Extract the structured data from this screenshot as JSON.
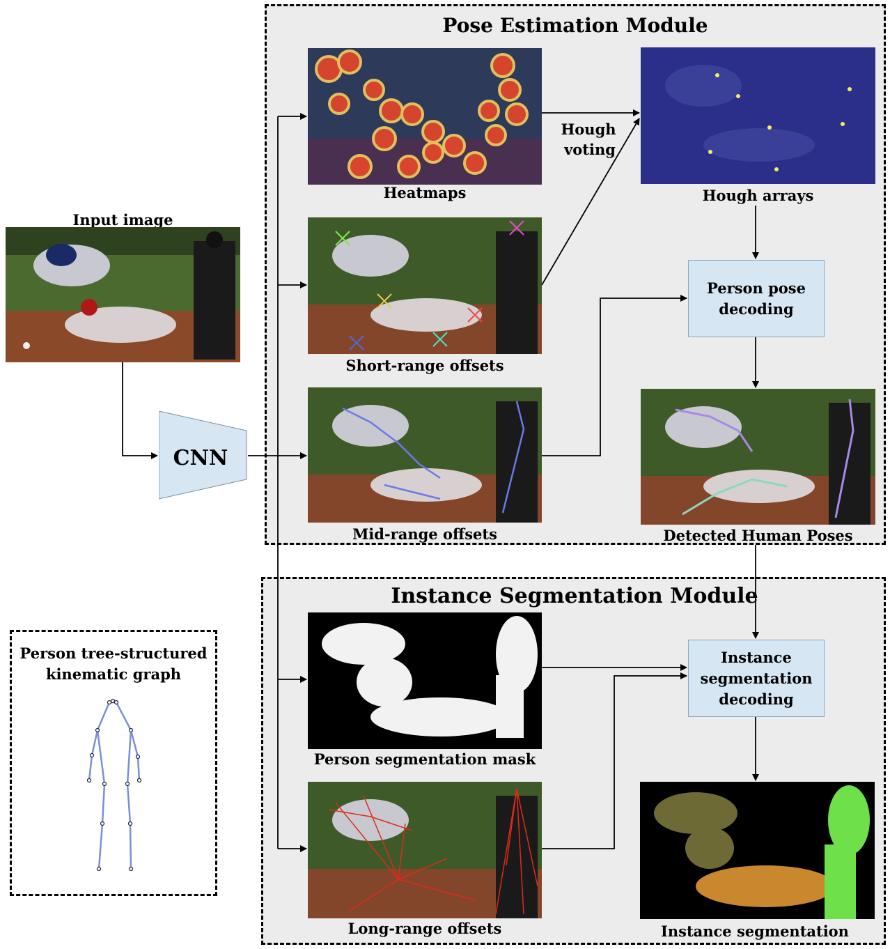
{
  "modules": {
    "pose_title": "Pose Estimation Module",
    "segmentation_title": "Instance Segmentation Module"
  },
  "input": {
    "label": "Input image"
  },
  "cnn": {
    "label": "CNN"
  },
  "pose_maps": {
    "heatmaps": "Heatmaps",
    "short_range": "Short-range offsets",
    "mid_range": "Mid-range offsets",
    "hough_arrays": "Hough arrays",
    "detected_poses": "Detected Human Poses"
  },
  "hough_voting": {
    "line1": "Hough",
    "line2": "voting"
  },
  "pose_decoding": {
    "line1": "Person pose",
    "line2": "decoding"
  },
  "seg_maps": {
    "mask": "Person segmentation mask",
    "long_range": "Long-range offsets",
    "instance_seg": "Instance segmentation"
  },
  "seg_decoding": {
    "line1": "Instance",
    "line2": "segmentation",
    "line3": "decoding"
  },
  "legend": {
    "line1": "Person tree-structured",
    "line2": "kinematic graph"
  },
  "colors": {
    "module_fill": "#ececec",
    "decoder_fill": "#d6e6f2",
    "cnn_fill": "#d6e6f2",
    "skeleton": "#7b8fd6",
    "heat": "#e8472a",
    "hough_bg": "#2b2f8a",
    "long_range_lines": "#e02a1a",
    "instance_a": "#6e6a35",
    "instance_b": "#c9872e",
    "instance_c": "#6ee04a"
  },
  "icons": [
    "arrow-right",
    "arrow-down"
  ]
}
